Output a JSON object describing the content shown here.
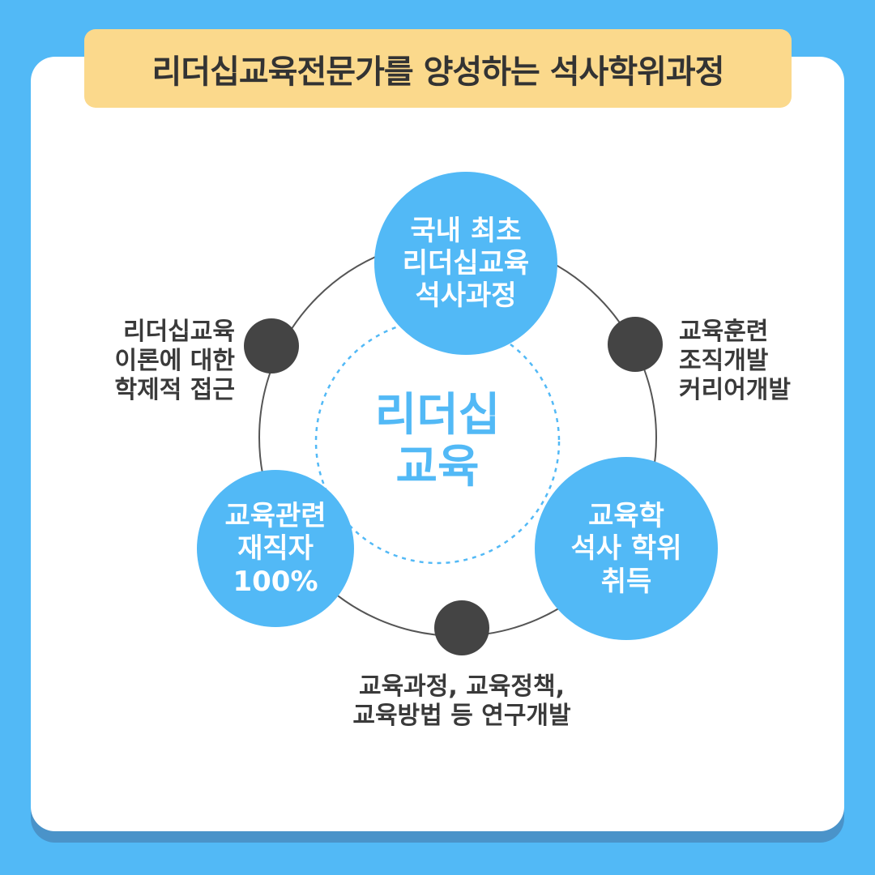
{
  "title": "리더십교육전문가를 양성하는 석사학위과정",
  "center": "리더십\n교육",
  "circles": {
    "top": "국내 최초\n리더십교육\n석사과정",
    "bottom_left": "교육관련\n재직자\n100%",
    "bottom_right": "교육학\n석사 학위\n취득"
  },
  "labels": {
    "upper_left": "리더십교육\n이론에 대한\n학제적 접근",
    "upper_right": "교육훈련\n조직개발\n커리어개발",
    "bottom": "교육과정, 교육정책,\n교육방법 등 연구개발"
  },
  "colors": {
    "background": "#52b9f6",
    "banner": "#fbd98c",
    "circle": "#52b9f6",
    "node": "#444444",
    "text": "#333333"
  }
}
